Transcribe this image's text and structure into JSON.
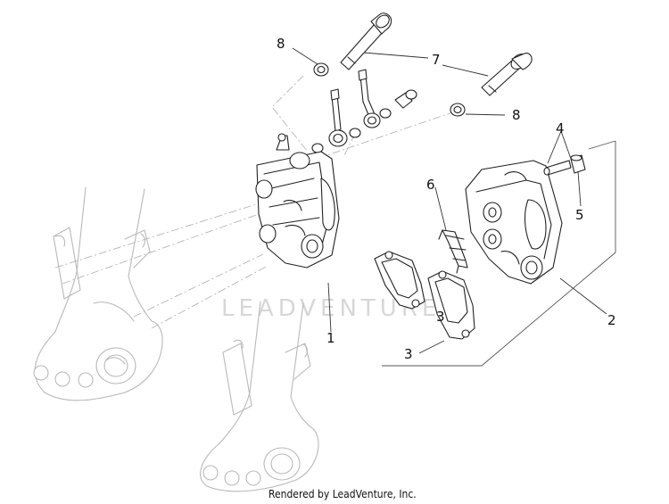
{
  "diagram": {
    "callouts": {
      "c1": "1",
      "c2": "2",
      "c3a": "3",
      "c3b": "3",
      "c4": "4",
      "c5": "5",
      "c6": "6",
      "c7": "7",
      "c8a": "8",
      "c8b": "8"
    },
    "watermark": "LEADVENTURE",
    "caption": "Rendered by LeadVenture, Inc."
  },
  "colors": {
    "line": "#222222",
    "ghost": "#b9b9b9",
    "watermark": "#d7d7d7"
  }
}
